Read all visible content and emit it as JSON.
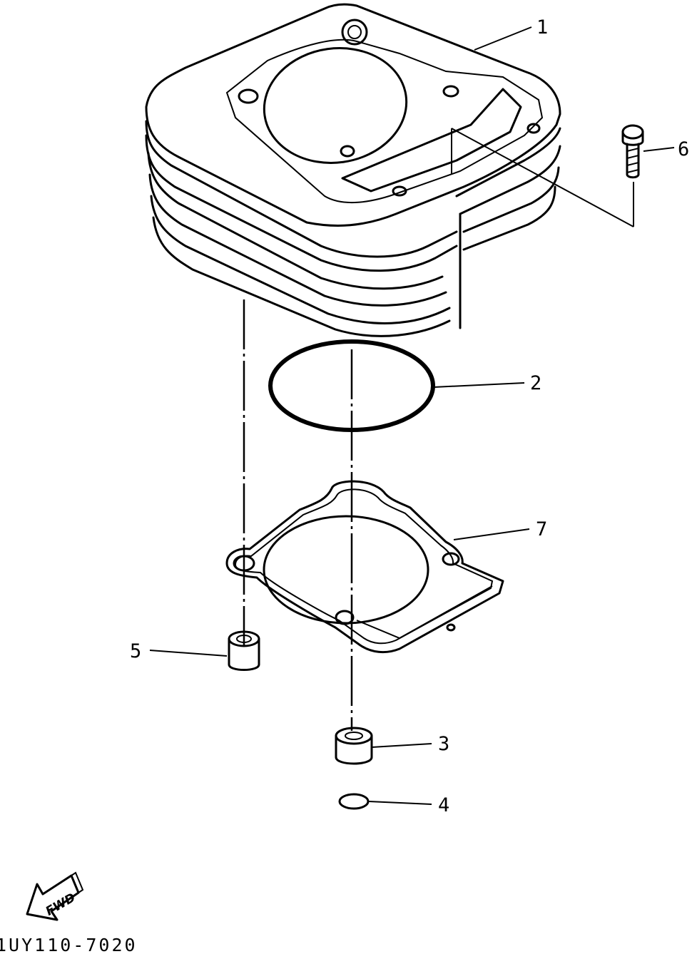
{
  "diagram": {
    "callouts": [
      {
        "id": "1",
        "label": "1"
      },
      {
        "id": "2",
        "label": "2"
      },
      {
        "id": "3",
        "label": "3"
      },
      {
        "id": "4",
        "label": "4"
      },
      {
        "id": "5",
        "label": "5"
      },
      {
        "id": "6",
        "label": "6"
      },
      {
        "id": "7",
        "label": "7"
      }
    ],
    "fwd_label": "FWD",
    "drawing_code": "1UY110-7020"
  }
}
